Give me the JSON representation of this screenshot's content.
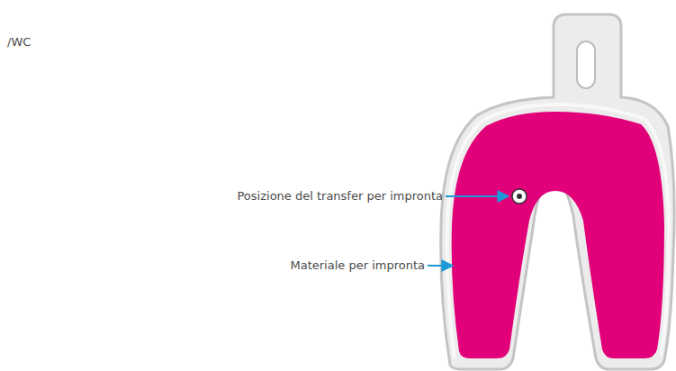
{
  "diagram": {
    "labels": [
      "/WC",
      "Posizione del transfer per impronta",
      "Materiale per impronta"
    ]
  }
}
